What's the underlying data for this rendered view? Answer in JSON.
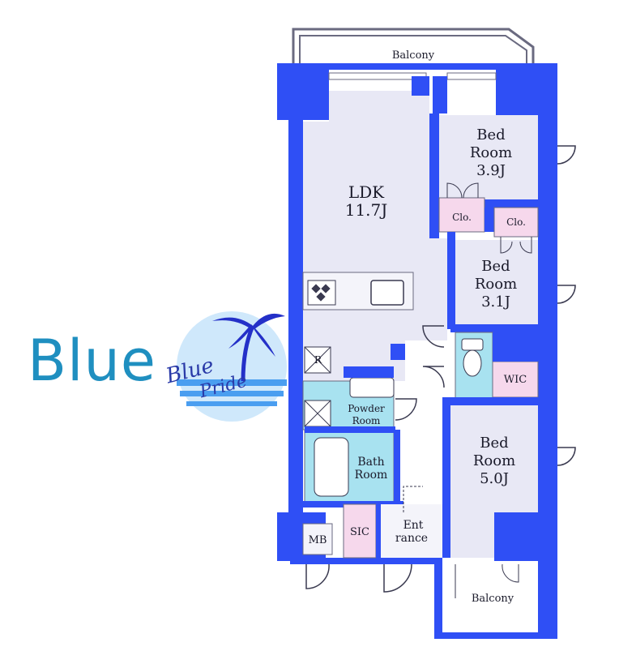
{
  "brand": {
    "name": "Blue",
    "logo_line1": "Blue",
    "logo_line2": "Pride"
  },
  "rooms": {
    "balcony_top": "Balcony",
    "balcony_bottom": "Balcony",
    "ldk_name": "LDK",
    "ldk_size": "11.7J",
    "bed1_line1": "Bed",
    "bed1_line2": "Room",
    "bed1_size": "3.9J",
    "bed2_line1": "Bed",
    "bed2_line2": "Room",
    "bed2_size": "3.1J",
    "bed3_line1": "Bed",
    "bed3_line2": "Room",
    "bed3_size": "5.0J",
    "closet1": "Clo.",
    "closet2": "Clo.",
    "wic": "WIC",
    "powder_line1": "Powder",
    "powder_line2": "Room",
    "bath_line1": "Bath",
    "bath_line2": "Room",
    "sic": "SIC",
    "entrance_line1": "Ent",
    "entrance_line2": "rance",
    "mb": "MB",
    "fridge": "R"
  },
  "colors": {
    "wall": "#2f4ff5",
    "room_fill": "#e8e8f5",
    "wet_fill": "#a8e2f0",
    "closet_fill": "#f6d8ec",
    "brand": "#1f8fc0"
  }
}
